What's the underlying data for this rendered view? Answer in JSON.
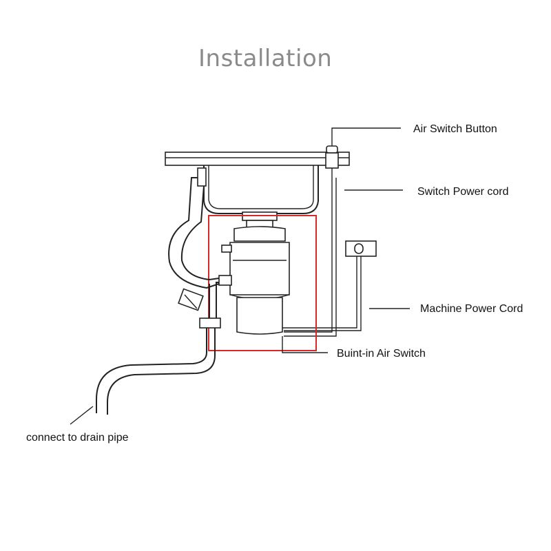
{
  "diagram": {
    "title": "Installation",
    "labels": {
      "air_switch_button": "Air Switch Button",
      "switch_power_cord": "Switch Power cord",
      "machine_power_cord": "Machine Power Cord",
      "built_in_air_switch": "Buint-in Air Switch",
      "drain_pipe": "connect to drain pipe"
    },
    "highlight_color": "#d62828",
    "line_color": "#222222",
    "title_color": "#8a8a8a"
  }
}
